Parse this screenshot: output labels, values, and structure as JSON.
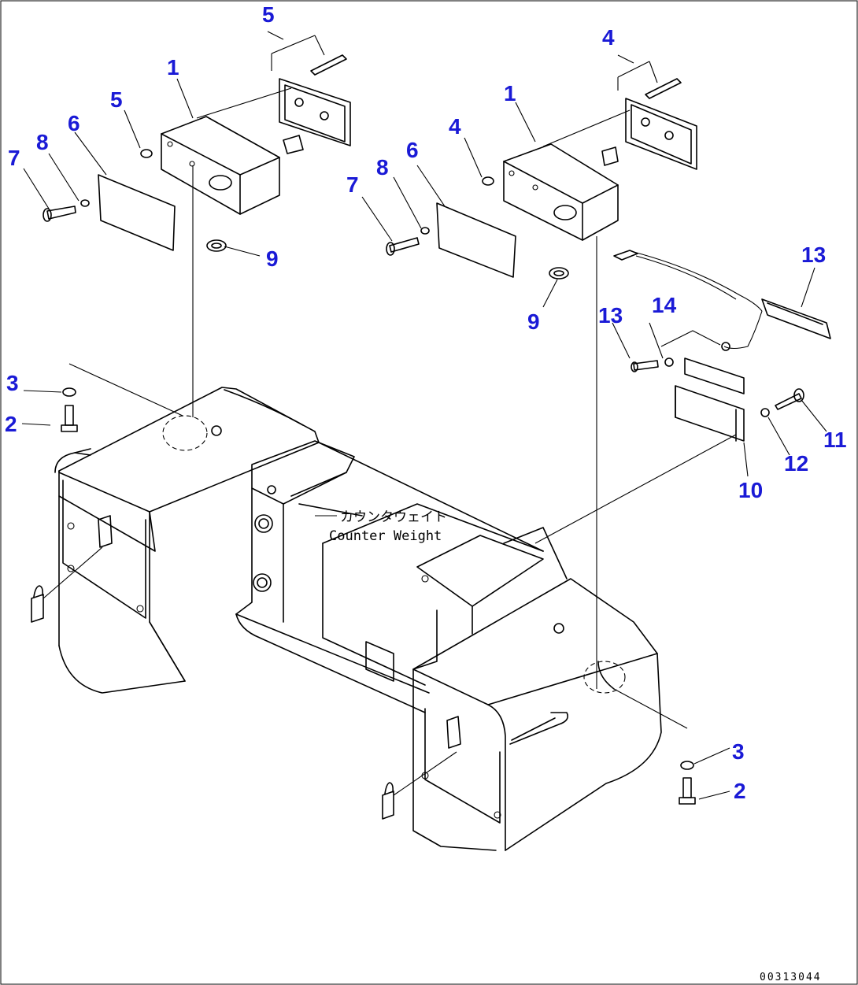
{
  "callouts": {
    "c1a": "1",
    "c1b": "1",
    "c2a": "2",
    "c2b": "2",
    "c3a": "3",
    "c3b": "3",
    "c4a": "4",
    "c4b": "4",
    "c5a": "5",
    "c5b": "5",
    "c6a": "6",
    "c6b": "6",
    "c7a": "7",
    "c7b": "7",
    "c8a": "8",
    "c8b": "8",
    "c9a": "9",
    "c9b": "9",
    "c10": "10",
    "c11": "11",
    "c12": "12",
    "c13a": "13",
    "c13b": "13",
    "c14": "14"
  },
  "annotation": {
    "jp": "カウンタウェイト",
    "en": "Counter Weight"
  },
  "reference_code": "00313044",
  "colors": {
    "callout": "#1a1ad6",
    "line": "#000000",
    "background": "#ffffff"
  }
}
